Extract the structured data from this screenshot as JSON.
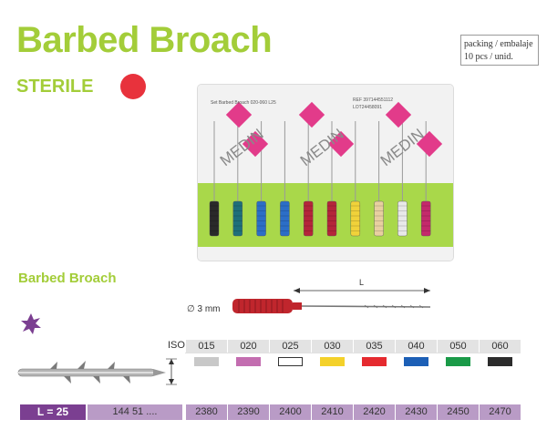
{
  "title": "Barbed Broach",
  "sterile_label": "STERILE",
  "packing": {
    "line1": "packing / embalaje",
    "line2": "10 pcs / unid."
  },
  "photo": {
    "label_set": "Set Barbed Broach 020-060 L25",
    "label_ref": "REF 397144551112",
    "label_lot": "LOT24458091",
    "brand": "MEDIN",
    "handle_colors": [
      "#2a2a2a",
      "#1e6f7a",
      "#2c6ec7",
      "#2c6ec7",
      "#b4263a",
      "#b4263a",
      "#f0d23a",
      "#e8cfa0",
      "#e8e8e8",
      "#c42a6b"
    ]
  },
  "subtitle": "Barbed Broach",
  "diagram": {
    "length_label": "L",
    "diameter_label": "∅ 3 mm"
  },
  "table": {
    "iso_label": "ISO",
    "sizes": [
      "015",
      "020",
      "025",
      "030",
      "035",
      "040",
      "050",
      "060"
    ],
    "swatch_colors": [
      "#c8c8c8",
      "#c36db0",
      "#ffffff",
      "#f4d12a",
      "#e52a2f",
      "#1c5fb6",
      "#1a9a48",
      "#2b2b2b"
    ],
    "length_label": "L = 25",
    "ref_prefix": "144 51 ....",
    "codes": [
      "2380",
      "2390",
      "2400",
      "2410",
      "2420",
      "2430",
      "2450",
      "2470"
    ]
  },
  "colors": {
    "accent_green": "#a3cd39",
    "sterile_dot": "#e8323c",
    "purple_dark": "#7b3f91",
    "purple_light": "#b99bc6",
    "magenta": "#e23b8a"
  }
}
